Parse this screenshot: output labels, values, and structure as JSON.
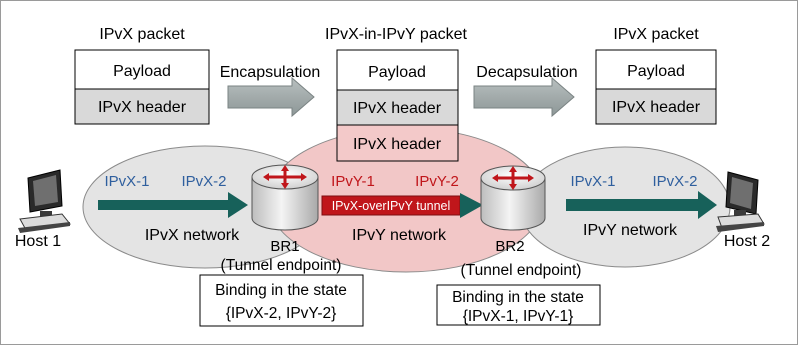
{
  "packets": {
    "left": {
      "title": "IPvX packet",
      "rows": [
        "Payload",
        "IPvX header"
      ]
    },
    "middle": {
      "title": "IPvX-in-IPvY packet",
      "rows": [
        "Payload",
        "IPvX header",
        "IPvX header"
      ]
    },
    "right": {
      "title": "IPvX packet",
      "rows": [
        "Payload",
        "IPvX header"
      ]
    }
  },
  "operations": {
    "encap": "Encapsulation",
    "decap": "Decapsulation"
  },
  "networks": {
    "left": "IPvX network",
    "middle": "IPvY network",
    "right": "IPvY network"
  },
  "addresses": {
    "left_1": "IPvX-1",
    "left_2": "IPvX-2",
    "mid_1": "IPvY-1",
    "mid_2": "IPvY-2",
    "right_1": "IPvX-1",
    "right_2": "IPvX-2"
  },
  "tunnel_label": "IPvX-overIPvY tunnel",
  "hosts": {
    "h1": "Host 1",
    "h2": "Host 2"
  },
  "routers": {
    "br1": "BR1",
    "br2": "BR2",
    "role": "(Tunnel endpoint)"
  },
  "bindings": {
    "br1": {
      "line1": "Binding in the state",
      "line2": "{IPvX-2, IPvY-2}"
    },
    "br2": {
      "line1": "Binding in the state",
      "line2": "{IPvX-1, IPvY-1}"
    }
  },
  "colors": {
    "header_fill": "#d9d9d9",
    "outer_header_fill": "#f3c9c9",
    "ipvx_cloud": "#e4e4e4",
    "ipvy_cloud": "#f2c7c7",
    "flow_arrow": "#17615a",
    "tunnel": "#c0161b",
    "address_blue": "#2f5f9e",
    "address_red": "#c0161b"
  }
}
